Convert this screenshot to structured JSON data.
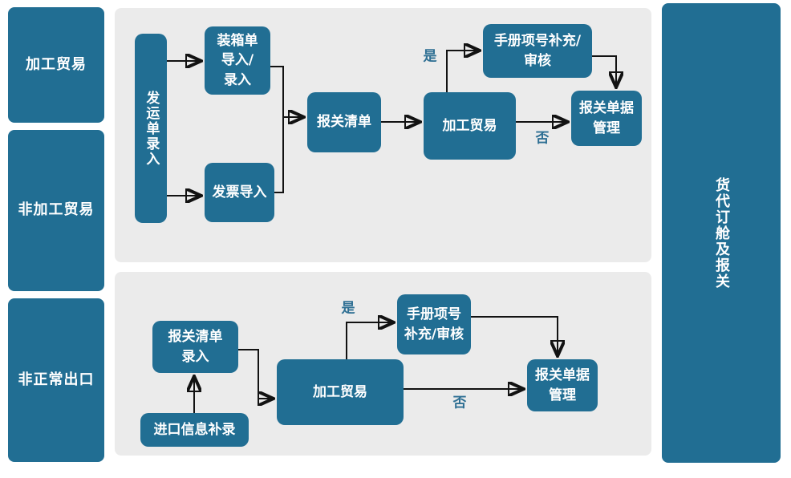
{
  "colors": {
    "node_fill": "#216e93",
    "node_text": "#ffffff",
    "panel_bg": "#ebebeb",
    "arrow_color": "#121212",
    "decision_label": "#2e6f93",
    "page_bg": "#ffffff"
  },
  "lanes": {
    "processing_trade": "加工贸易",
    "non_processing_trade": "非加工贸易",
    "abnormal_export": "非正常出口",
    "freight_booking": "货代订舱及报关"
  },
  "top_flow": {
    "shipping_order_entry": "发运单录入",
    "packing_list_import": "装箱单\n导入/\n录入",
    "invoice_import": "发票导入",
    "declaration_list": "报关清单",
    "processing_trade": "加工贸易",
    "manual_item_supplement": "手册项号补充/\n审核",
    "declaration_doc_mgmt": "报关单据\n管理",
    "yes_label": "是",
    "no_label": "否"
  },
  "bottom_flow": {
    "declaration_list_entry": "报关清单\n录入",
    "import_info_supplement": "进口信息补录",
    "processing_trade": "加工贸易",
    "manual_item_supplement": "手册项号\n补充/审核",
    "declaration_doc_mgmt": "报关单据\n管理",
    "yes_label": "是",
    "no_label": "否"
  }
}
